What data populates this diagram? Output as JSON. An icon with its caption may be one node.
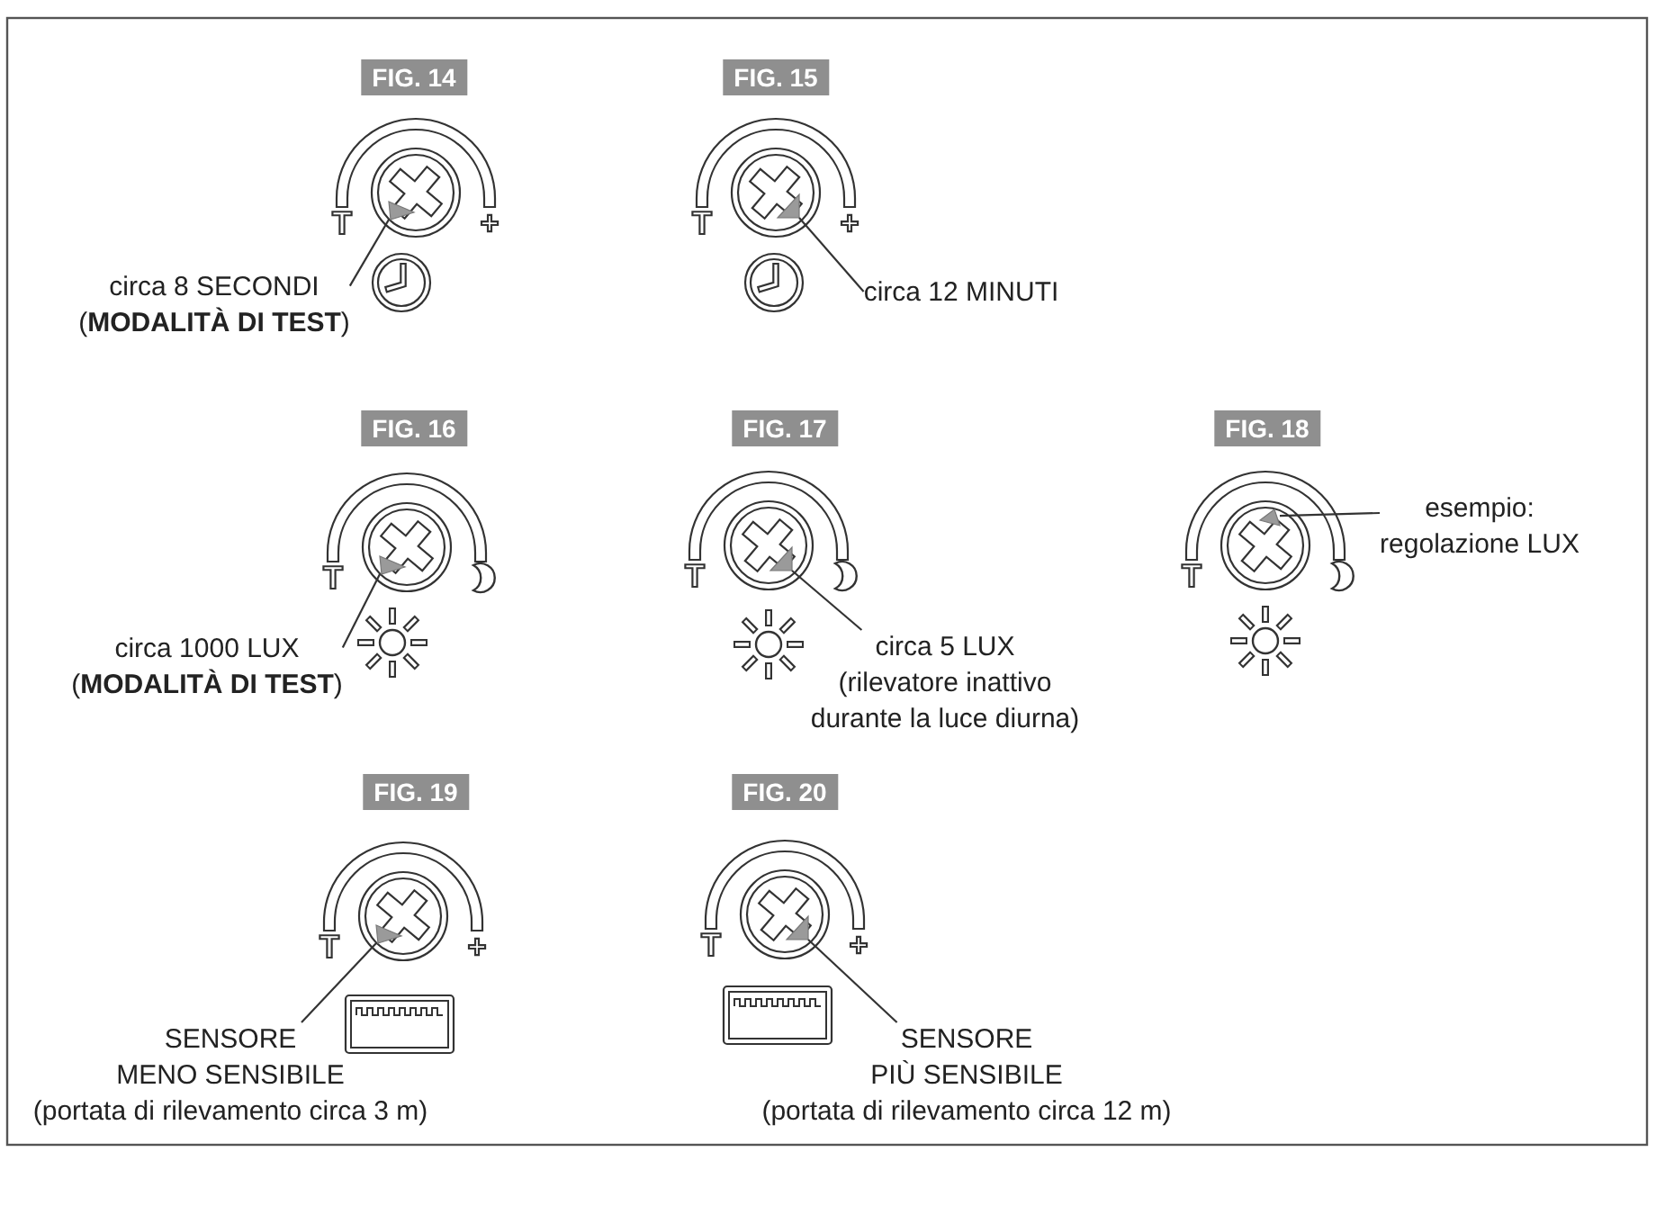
{
  "diagram": {
    "nodes": [
      {
        "text": [
          "FIG. 14"
        ]
      },
      {
        "text": [],
        "shape": "triangle"
      },
      {
        "text": [
          "circa 8 SECONDI (**MODALITÀ DI TEST**)"
        ]
      },
      {
        "text": [
          "FIG. 15"
        ]
      },
      {
        "text": [],
        "shape": "triangle"
      },
      {
        "text": [
          "circa 12 MINUTI"
        ]
      },
      {
        "text": [
          "FIG. 16"
        ]
      },
      {
        "text": [],
        "shape": "triangle"
      },
      {
        "text": [
          "circa 1000 LUX (**MODALITÀ DI TEST**)"
        ]
      },
      {
        "text": [
          "FIG. 17"
        ]
      },
      {
        "text": [],
        "shape": "triangle"
      },
      {
        "text": [
          "circa 5 LUX (rilevatore inattivo durante la luce diurna)"
        ]
      },
      {
        "text": [
          "FIG. 18"
        ]
      },
      {
        "text": [],
        "shape": "triangle"
      },
      {
        "text": [
          "esempio: regolazione LUX"
        ]
      },
      {
        "text": [
          "FIG. 19"
        ]
      },
      {
        "text": [],
        "shape": "triangle"
      },
      {
        "text": [
          "SENSORE MENO SENSIBILE (portata di rilevamento circa 3 m)"
        ]
      },
      {
        "text": [
          "FIG. 20"
        ]
      },
      {
        "text": [],
        "shape": "triangle"
      },
      {
        "text": [
          "SENSORE PIÙ SENSIBILE (portata di rilevamento circa 12 m)"
        ]
      }
    ],
    "edges": [
      {
        "from": 2,
        "to": 1,
        "arrow": "none"
      },
      {
        "from": 5,
        "to": 4,
        "arrow": "none"
      },
      {
        "from": 8,
        "to": 7,
        "arrow": "none"
      },
      {
        "from": 11,
        "to": 10,
        "arrow": "none"
      },
      {
        "from": 14,
        "to": 13,
        "arrow": "none"
      },
      {
        "from": 17,
        "to": 16,
        "arrow": "none"
      },
      {
        "from": 20,
        "to": 19,
        "arrow": "none"
      }
    ],
    "labels": [
      "T",
      "+",
      "T",
      "+",
      "T",
      "T",
      "T",
      "T",
      "+",
      "T",
      "+"
    ]
  }
}
